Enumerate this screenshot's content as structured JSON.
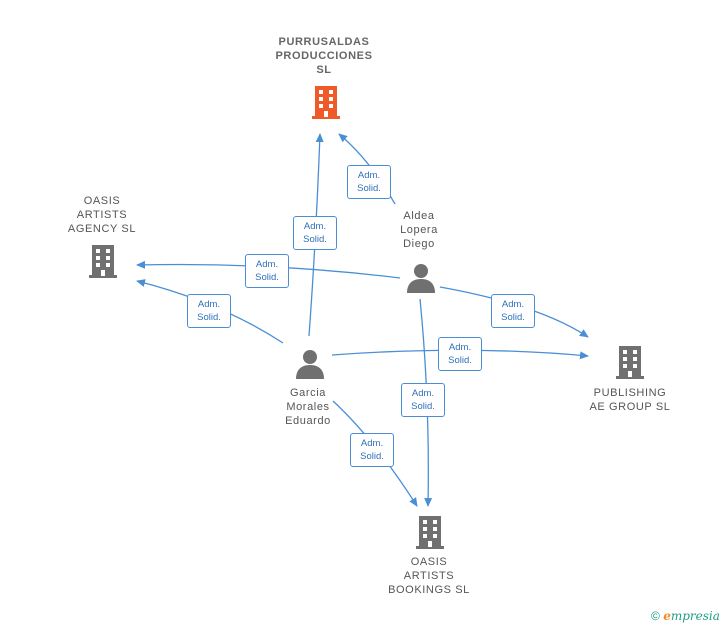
{
  "colors": {
    "edge": "#4a8fd6",
    "building_main": "#f05a28",
    "building": "#707070",
    "person": "#707070"
  },
  "nodes": {
    "purrusaldas": {
      "lines": [
        "PURRUSALDAS",
        "PRODUCCIONES",
        "SL"
      ],
      "icon": "building-icon"
    },
    "oasis_agency": {
      "lines": [
        "OASIS",
        "ARTISTS",
        "AGENCY  SL"
      ],
      "icon": "building-icon"
    },
    "publishing": {
      "lines": [
        "PUBLISHING",
        "AE GROUP  SL"
      ],
      "icon": "building-icon"
    },
    "oasis_bookings": {
      "lines": [
        "OASIS",
        "ARTISTS",
        "BOOKINGS  SL"
      ],
      "icon": "building-icon"
    },
    "aldea": {
      "lines": [
        "Aldea",
        "Lopera",
        "Diego"
      ],
      "icon": "person-icon"
    },
    "garcia": {
      "lines": [
        "Garcia",
        "Morales",
        "Eduardo"
      ],
      "icon": "person-icon"
    }
  },
  "edges": [
    {
      "from": "aldea",
      "to": "purrusaldas",
      "label": [
        "Adm.",
        "Solid."
      ]
    },
    {
      "from": "garcia",
      "to": "purrusaldas",
      "label": [
        "Adm.",
        "Solid."
      ]
    },
    {
      "from": "aldea",
      "to": "oasis_agency",
      "label": [
        "Adm.",
        "Solid."
      ]
    },
    {
      "from": "garcia",
      "to": "oasis_agency",
      "label": [
        "Adm.",
        "Solid."
      ]
    },
    {
      "from": "aldea",
      "to": "publishing",
      "label": [
        "Adm.",
        "Solid."
      ]
    },
    {
      "from": "garcia",
      "to": "publishing",
      "label": [
        "Adm.",
        "Solid."
      ]
    },
    {
      "from": "aldea",
      "to": "oasis_bookings",
      "label": [
        "Adm.",
        "Solid."
      ]
    },
    {
      "from": "garcia",
      "to": "oasis_bookings",
      "label": [
        "Adm.",
        "Solid."
      ]
    }
  ],
  "footer": {
    "copyright": "©",
    "brand_initial": "e",
    "brand_rest": "mpresia"
  }
}
